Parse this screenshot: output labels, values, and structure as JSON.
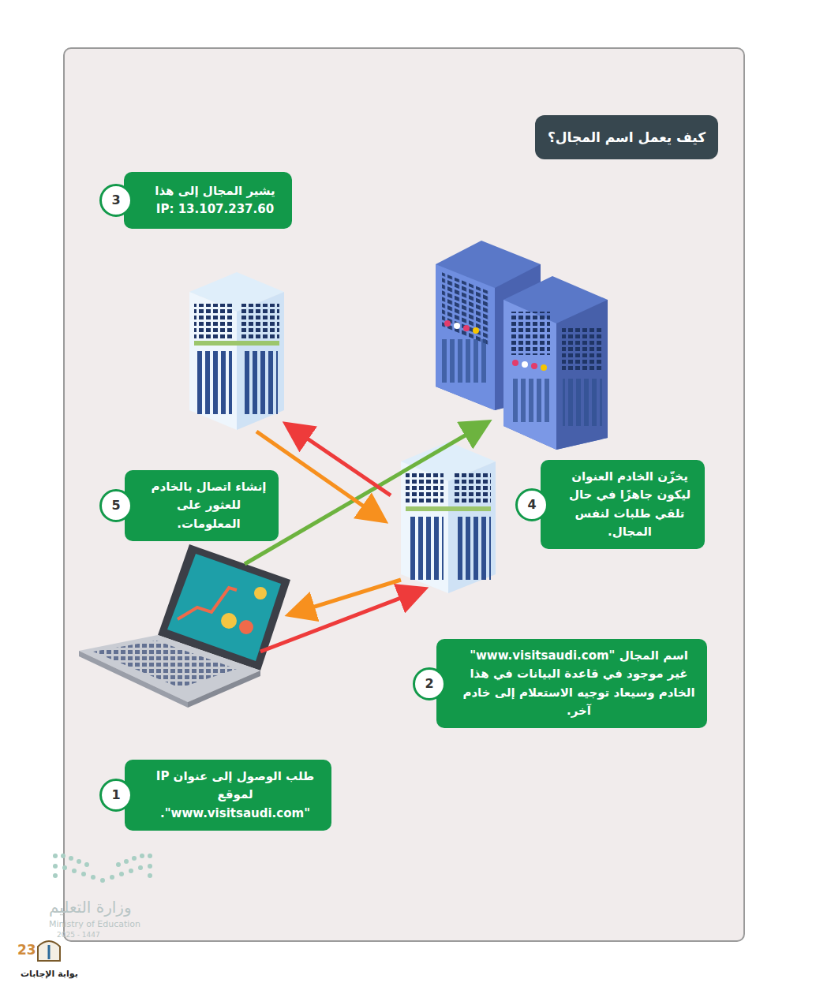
{
  "diagram": {
    "title": "كيف يعمل اسم المجال؟",
    "nodes": [
      {
        "text": [
          "يشير المجال إلى هذا IP: 13.107.237.60"
        ]
      },
      {
        "text": [
          "3"
        ],
        "in": 0
      },
      {
        "text": [
          "إنشاء اتصال بالخادم للعثور على المعلومات."
        ]
      },
      {
        "text": [
          "5"
        ],
        "in": 2
      },
      {
        "text": [
          "يخزّن الخادم العنوان ليكون جاهزًا في حال تلقي طلبات لنفس المجال."
        ]
      },
      {
        "text": [
          "4"
        ],
        "in": 4
      },
      {
        "text": [
          "اسم المجال \"www.visitsaudi.com\" غير موجود في قاعدة البيانات في هذا الخادم وسيعاد توجيه الاستعلام إلى خادم آخر."
        ]
      },
      {
        "text": [
          "2"
        ],
        "in": 6
      },
      {
        "text": [
          "طلب الوصول إلى عنوان IP لموقع \"www.visitsaudi.com\"."
        ]
      },
      {
        "text": [
          "1"
        ],
        "in": 8
      }
    ],
    "labels": [
      "وزارة التعليم",
      "Ministry of Education",
      "2025 - 1447",
      "23",
      "بوابة الإجابات"
    ]
  }
}
